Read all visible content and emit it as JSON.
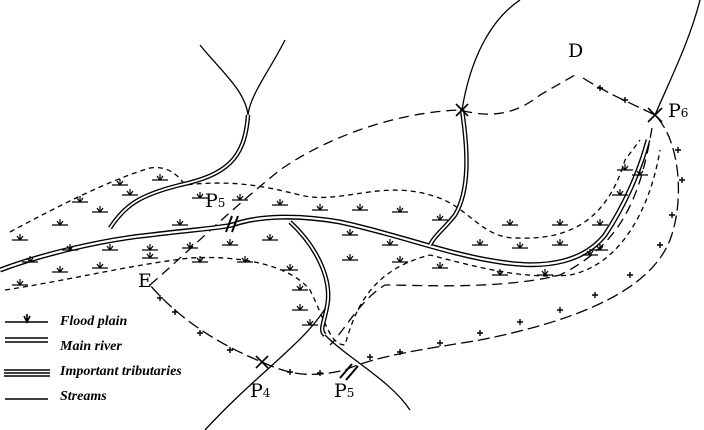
{
  "labels": {
    "D": "D",
    "P6": {
      "letter": "P",
      "sub": "6"
    },
    "P5_top": {
      "letter": "P",
      "sub": "5"
    },
    "E": "E",
    "P4": {
      "letter": "P",
      "sub": "4"
    },
    "P5_bottom": {
      "letter": "P",
      "sub": "5"
    }
  },
  "legend": [
    {
      "symbol": "flood-plain",
      "label": "Flood plain"
    },
    {
      "symbol": "main-river",
      "label": "Main river"
    },
    {
      "symbol": "important-tributaries",
      "label": "Important tributaries"
    },
    {
      "symbol": "streams",
      "label": "Streams"
    }
  ],
  "colors": {
    "ink": "#000000",
    "background": "#ffffff"
  }
}
